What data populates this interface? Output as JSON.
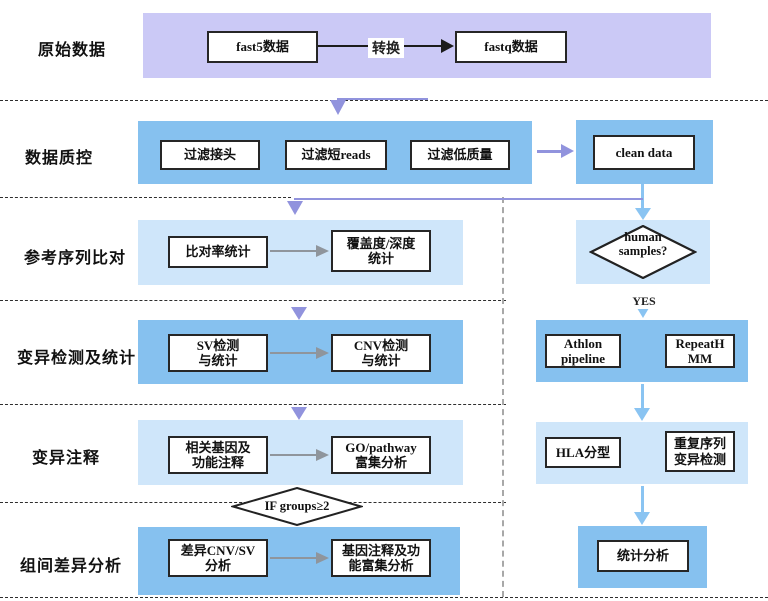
{
  "row_labels": {
    "raw": "原始数据",
    "qc": "数据质控",
    "align": "参考序列比对",
    "variant": "变异检测及统计",
    "annot": "变异注释",
    "group": "组间差异分析"
  },
  "nodes": {
    "fast5": "fast5数据",
    "convert": "转换",
    "fastq": "fastq数据",
    "filter_adapter": "过滤接头",
    "filter_short": "过滤短reads",
    "filter_lowq": "过滤低质量",
    "clean_data": "clean data",
    "align_rate": "比对率统计",
    "coverage": {
      "l1": "覆盖度/深度",
      "l2": "统计"
    },
    "sv": {
      "l1": "SV检测",
      "l2": "与统计"
    },
    "cnv": {
      "l1": "CNV检测",
      "l2": "与统计"
    },
    "genes": {
      "l1": "相关基因及",
      "l2": "功能注释"
    },
    "go": {
      "l1": "GO/pathway",
      "l2": "富集分析"
    },
    "diff": {
      "l1": "差异CNV/SV",
      "l2": "分析"
    },
    "gene_enrich": {
      "l1": "基因注释及功",
      "l2": "能富集分析"
    },
    "athlon": {
      "l1": "Athlon",
      "l2": "pipeline"
    },
    "repeathmm": {
      "l1": "RepeatH",
      "l2": "MM"
    },
    "hla": "HLA分型",
    "repeat_var": {
      "l1": "重复序列",
      "l2": "变异检测"
    },
    "stats": "统计分析"
  },
  "decisions": {
    "human": {
      "l1": "human",
      "l2": "samples?"
    },
    "if_groups": "IF groups≥2"
  },
  "connector_labels": {
    "yes": "YES"
  },
  "colors": {
    "purple_band": "#cbc9f6",
    "blue_band": "#86c1ef",
    "light_band": "#cfe6fa",
    "arrow_purple": "#9193dd",
    "arrow_blue": "#8ac4f2",
    "arrow_gray": "#8f959c",
    "arrow_black": "#1c1c1c"
  }
}
